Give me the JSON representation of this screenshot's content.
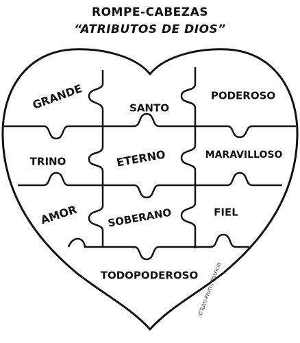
{
  "title": {
    "line1": "ROMPE-CABEZAS",
    "line2": "“ATRIBUTOS DE DIOS”"
  },
  "pieces": {
    "grande": "GRANDE",
    "santo": "SANTO",
    "poderoso": "PODEROSO",
    "trino": "TRINO",
    "eterno": "ETERNO",
    "maravilloso": "MARAVILLOSO",
    "amor": "AMOR",
    "soberano": "SOBERANO",
    "fiel": "FIEL",
    "todopoderoso": "TODOPODEROSO"
  },
  "credit": "©Tutti-Frutti, Patricia",
  "colors": {
    "line": "#111111",
    "background": "#ffffff"
  }
}
